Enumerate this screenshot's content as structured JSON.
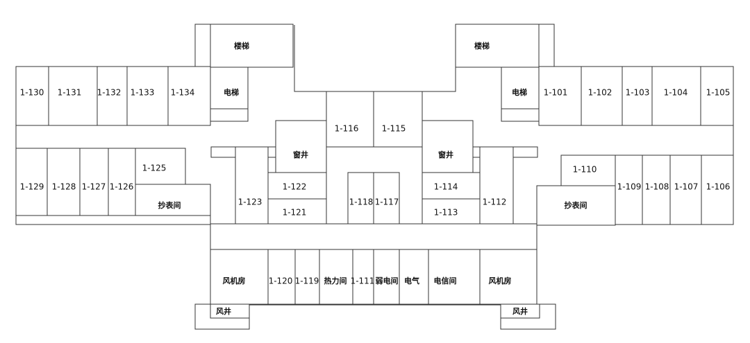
{
  "floor_plan": {
    "rooms": {
      "r101": "1-101",
      "r102": "1-102",
      "r103": "1-103",
      "r104": "1-104",
      "r105": "1-105",
      "r106": "1-106",
      "r107": "1-107",
      "r108": "1-108",
      "r109": "1-109",
      "r110": "1-110",
      "r111": "1-111",
      "r112": "1-112",
      "r113": "1-113",
      "r114": "1-114",
      "r115": "1-115",
      "r116": "1-116",
      "r117": "1-117",
      "r118": "1-118",
      "r119": "1-119",
      "r120": "1-120",
      "r121": "1-121",
      "r122": "1-122",
      "r123": "1-123",
      "r125": "1-125",
      "r126": "1-126",
      "r127": "1-127",
      "r128": "1-128",
      "r129": "1-129",
      "r130": "1-130",
      "r131": "1-131",
      "r132": "1-132",
      "r133": "1-133",
      "r134": "1-134"
    },
    "labels": {
      "stair": "楼梯",
      "elevator": "电梯",
      "light_well": "窗井",
      "meter_room": "抄表间",
      "fan_room": "风机房",
      "heat_room": "热力间",
      "weak_current": "弱电间",
      "electrical": "电气",
      "telecom": "电信间",
      "air_shaft": "风井"
    }
  }
}
